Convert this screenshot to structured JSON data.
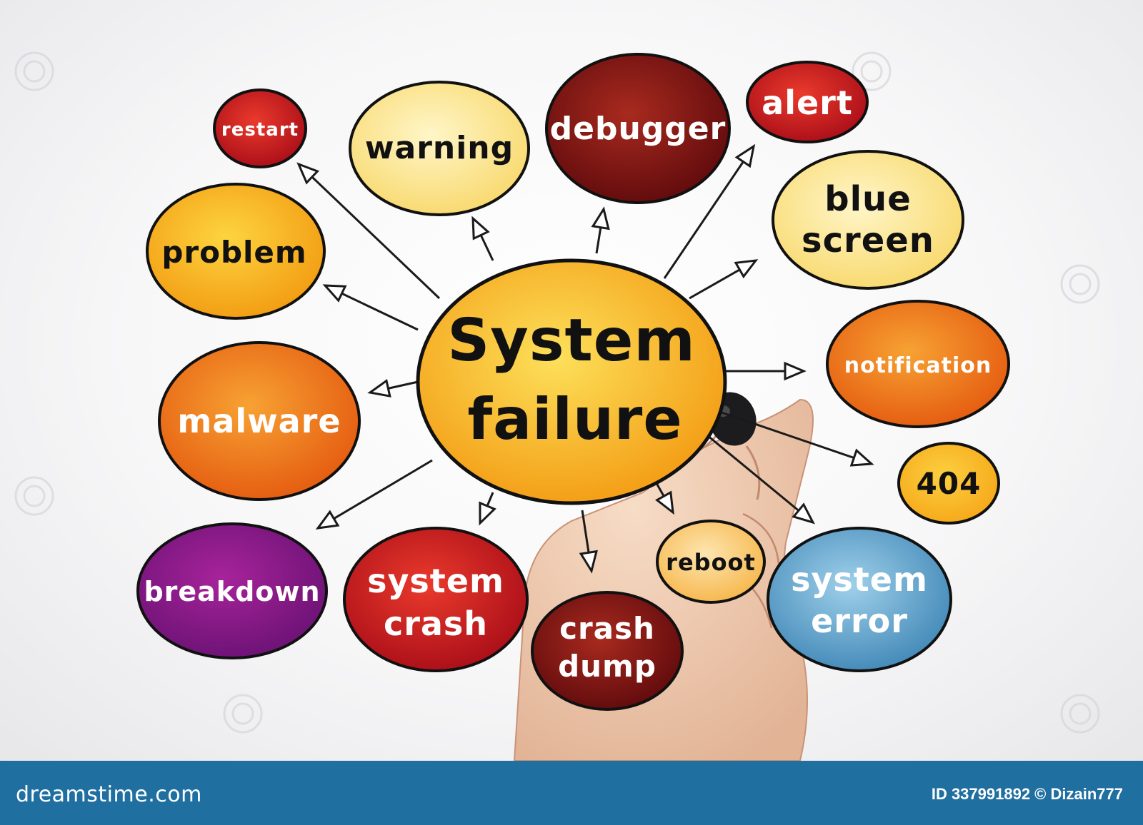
{
  "diagram": {
    "center": {
      "line1": "System",
      "line2": "failure"
    },
    "nodes": {
      "restart": "restart",
      "warning": "warning",
      "debugger": "debugger",
      "alert": "alert",
      "blue_screen_1": "blue",
      "blue_screen_2": "screen",
      "problem": "problem",
      "notification": "notification",
      "malware": "malware",
      "code_404": "404",
      "breakdown": "breakdown",
      "system_crash_1": "system",
      "system_crash_2": "crash",
      "crash_dump_1": "crash",
      "crash_dump_2": "dump",
      "reboot": "reboot",
      "system_error_1": "system",
      "system_error_2": "error"
    }
  },
  "footer": {
    "site": "dreamstime.com",
    "credit": "ID 337991892 © Dizain777"
  },
  "colors": {
    "footer_bar": "#1f6fa1",
    "center_fill": "#f7b21c",
    "yellow_node": "#fbe59a",
    "dark_red_node": "#7a0f0f",
    "red_node": "#c8161d",
    "orange_node": "#ef7d17",
    "purple_node": "#8a1a8c",
    "blue_node": "#4d9bc7"
  }
}
